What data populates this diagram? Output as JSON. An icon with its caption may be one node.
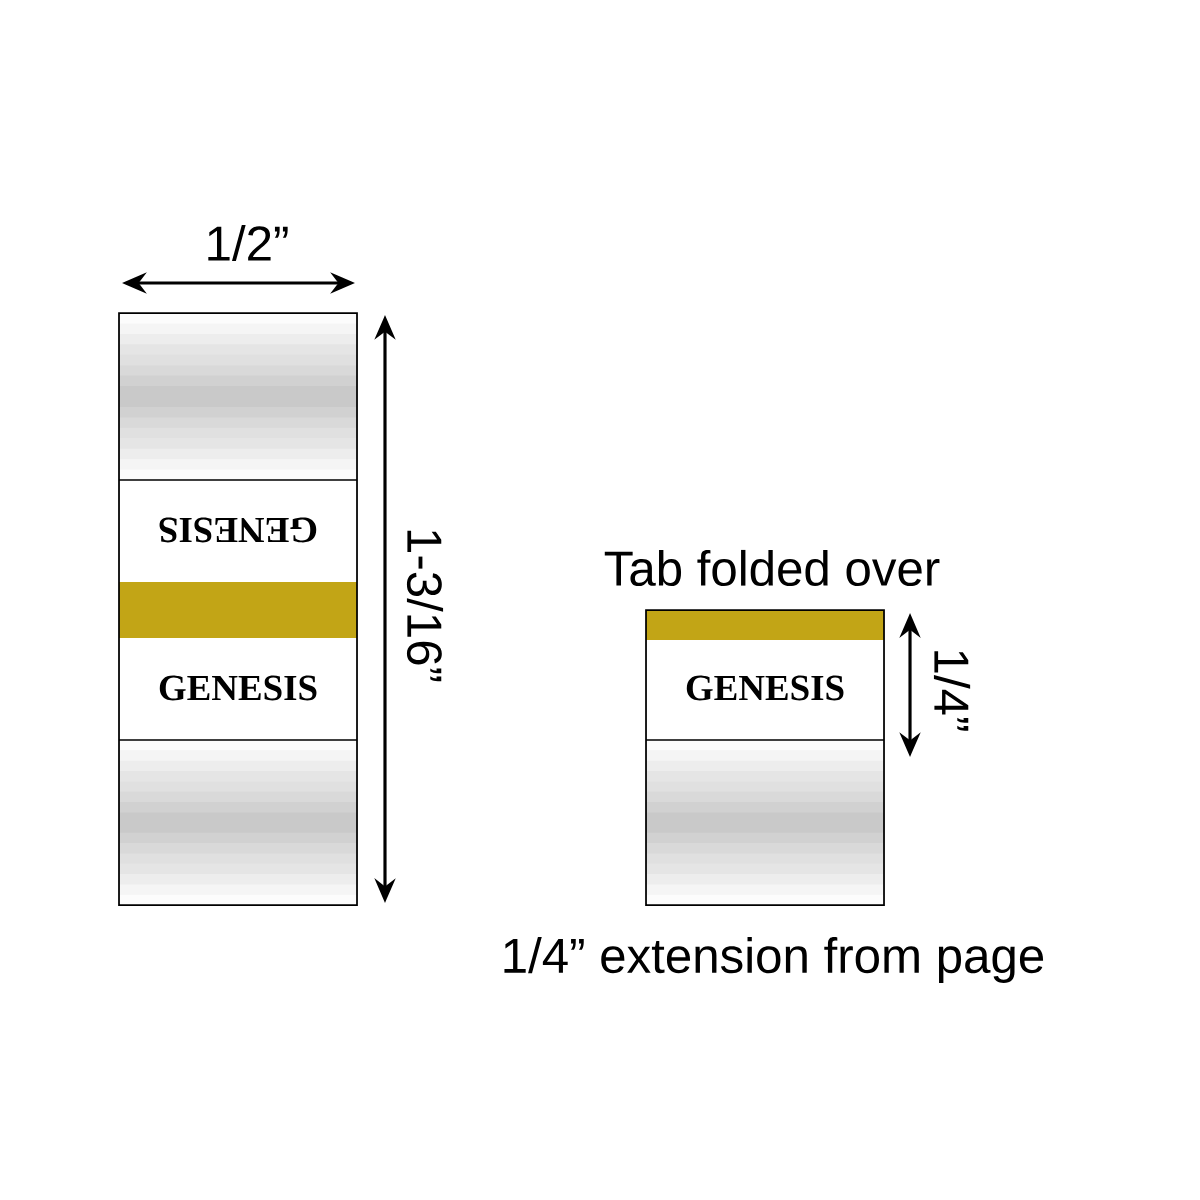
{
  "diagram": {
    "nodes": [
      {
        "text": [
          "GENESIS"
        ]
      },
      {
        "text": [
          "GENESIS"
        ]
      },
      {
        "text": [
          "GENESIS"
        ]
      }
    ],
    "labels": [
      "1/2”",
      "1-3/16”",
      "Tab folded over",
      "1/4”",
      "1/4” extension from page"
    ]
  }
}
